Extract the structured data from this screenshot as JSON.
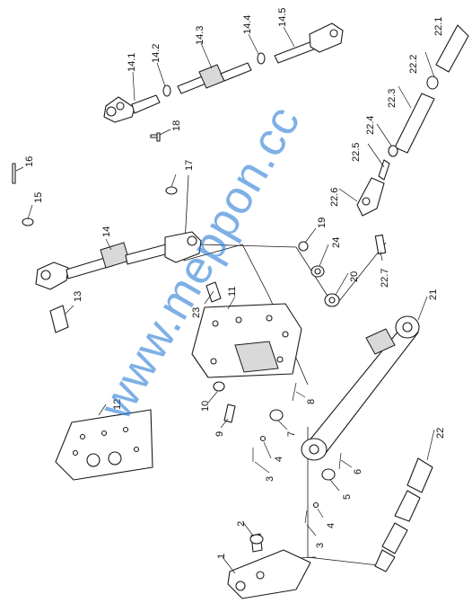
{
  "watermark": "www.meppon.cc",
  "callouts": {
    "c1": "1",
    "c2": "2",
    "c3a": "3",
    "c3b": "3",
    "c4a": "4",
    "c4b": "4",
    "c5": "5",
    "c6": "6",
    "c7": "7",
    "c8": "8",
    "c9": "9",
    "c10": "10",
    "c11": "11",
    "c12": "12",
    "c13": "13",
    "c14": "14",
    "c14_1": "14.1",
    "c14_2": "14.2",
    "c14_3": "14.3",
    "c14_4": "14.4",
    "c14_5": "14.5",
    "c15": "15",
    "c16": "16",
    "c17": "17",
    "c18": "18",
    "c19": "19",
    "c20": "20",
    "c21": "21",
    "c22": "22",
    "c22_1": "22.1",
    "c22_2": "22.2",
    "c22_3": "22.3",
    "c22_4": "22.4",
    "c22_5": "22.5",
    "c22_6": "22.6",
    "c22_7": "22.7",
    "c23": "23",
    "c24": "24"
  }
}
